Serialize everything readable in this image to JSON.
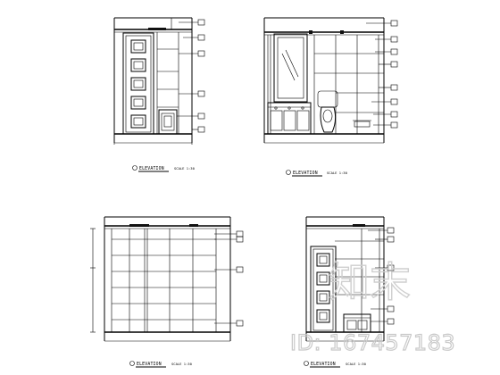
{
  "drawing": {
    "elevations": [
      {
        "id": "A",
        "title": "ELEVATION",
        "scale": "SCALE 1:30"
      },
      {
        "id": "B",
        "title": "ELEVATION",
        "scale": "SCALE 1:30"
      },
      {
        "id": "C",
        "title": "ELEVATION",
        "scale": "SCALE 1:30"
      },
      {
        "id": "D",
        "title": "ELEVATION",
        "scale": "SCALE 1:30"
      }
    ]
  },
  "watermark": {
    "brand": "知末",
    "id_text": "ID: 167457183"
  }
}
